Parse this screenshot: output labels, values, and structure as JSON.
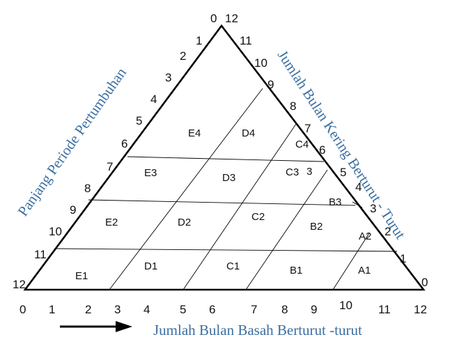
{
  "axes": {
    "left_title": "Panjang Periode Pertumbuhan",
    "right_title": "Jumlah Bulan Kering Berturut - Turut",
    "bottom_title": "Jumlah Bulan Basah Berturut -turut",
    "apex_left_label": "0",
    "apex_right_label": "12",
    "left_ticks": [
      "1",
      "2",
      "3",
      "4",
      "5",
      "6",
      "7",
      "8",
      "9",
      "10",
      "11",
      "12"
    ],
    "right_ticks": [
      "11",
      "10",
      "9",
      "8",
      "7",
      "6",
      "5",
      "4",
      "3",
      "2",
      "1",
      "0"
    ],
    "bottom_ticks": [
      "0",
      "1",
      "2",
      "3",
      "4",
      "5",
      "6",
      "7",
      "8",
      "9",
      "10",
      "11",
      "12"
    ]
  },
  "zones": [
    "E4",
    "D4",
    "C4",
    "E3",
    "D3",
    "C3",
    "3",
    "B3",
    "E2",
    "D2",
    "C2",
    "B2",
    "A2",
    "E1",
    "D1",
    "C1",
    "B1",
    "A1"
  ],
  "colors": {
    "line": "#000000",
    "title": "#3b6fa0"
  }
}
